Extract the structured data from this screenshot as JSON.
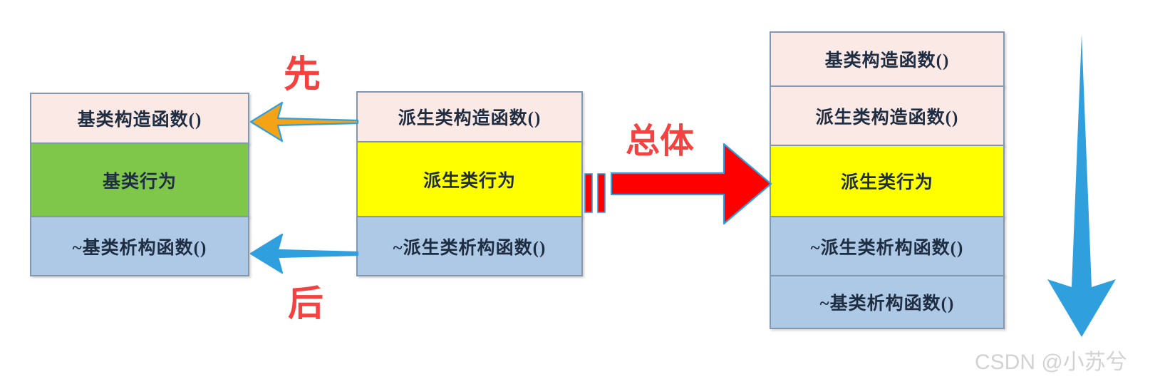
{
  "diagram": {
    "title_text": "",
    "colors": {
      "constructor_row": "#fbe9e6",
      "base_behavior_row": "#7ec74a",
      "derived_behavior_row": "#ffff00",
      "destructor_row": "#aec9e6",
      "border": "#8497b0",
      "annotation_red": "#f5413f",
      "arrow_orange": "#f5a316",
      "arrow_blue": "#2f9fdd",
      "arrow_red": "#ff0000",
      "watermark": "#d2d2d2"
    },
    "base_class_box": {
      "name": "base-class-box",
      "rows": [
        {
          "id": "base-ctor",
          "label": "基类构造函数()",
          "style": "pink"
        },
        {
          "id": "base-behavior",
          "label": "基类行为",
          "style": "green"
        },
        {
          "id": "base-dtor",
          "label": "~基类析构函数()",
          "style": "blue"
        }
      ]
    },
    "derived_class_box": {
      "name": "derived-class-box",
      "rows": [
        {
          "id": "derived-ctor",
          "label": "派生类构造函数()",
          "style": "pink"
        },
        {
          "id": "derived-behavior",
          "label": "派生类行为",
          "style": "yellow"
        },
        {
          "id": "derived-dtor",
          "label": "~派生类析构函数()",
          "style": "blue"
        }
      ]
    },
    "combined_box": {
      "name": "combined-object-layout-box",
      "rows": [
        {
          "id": "combined-base-ctor",
          "label": "基类构造函数()",
          "style": "pink"
        },
        {
          "id": "combined-derived-ctor",
          "label": "派生类构造函数()",
          "style": "pink"
        },
        {
          "id": "combined-derived-behavior",
          "label": "派生类行为",
          "style": "yellow"
        },
        {
          "id": "combined-derived-dtor",
          "label": "~派生类析构函数()",
          "style": "blue"
        },
        {
          "id": "combined-base-dtor",
          "label": "~基类析构函数()",
          "style": "blue"
        }
      ]
    },
    "annotations": {
      "first": "先",
      "last": "后",
      "overall": "总体"
    },
    "arrows": {
      "constructor_arrow": "orange-left-arrow",
      "destructor_arrow": "blue-left-arrow",
      "combine_arrow": "red-right-arrow",
      "order_arrow": "blue-down-arrow"
    },
    "watermark": "CSDN @小苏兮"
  }
}
